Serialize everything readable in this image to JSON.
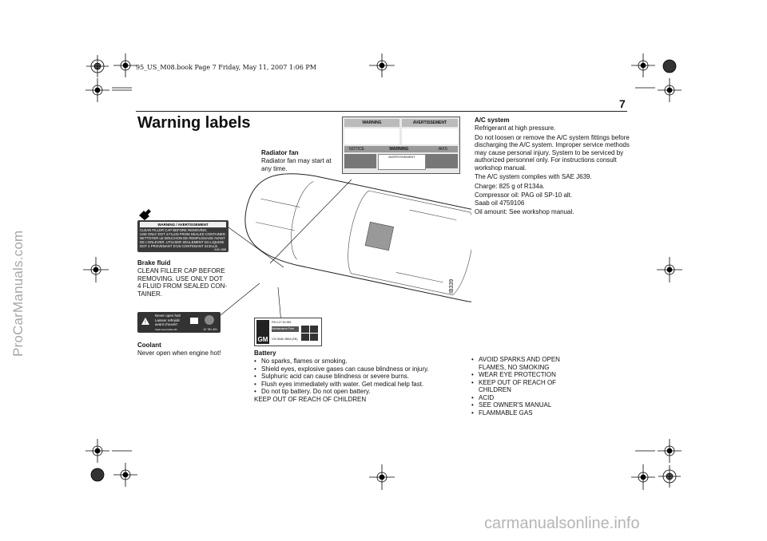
{
  "watermarks": {
    "side": "ProCarManuals.com",
    "bottom": "carmanualsonline.info"
  },
  "book_line": "95_US_M08.book  Page 7  Friday, May 11, 2007  1:06 PM",
  "page_number": "7",
  "title": "Warning labels",
  "radiator_fan": {
    "heading": "Radiator fan",
    "text": "Radiator fan may start at any time."
  },
  "brake_fluid": {
    "heading": "Brake fluid",
    "text": "CLEAN FILLER CAP BEFORE REMOVING. USE ONLY DOT 4 FLUID FROM SEALED CON-TAINER."
  },
  "coolant": {
    "heading": "Coolant",
    "text": "Never open when engine hot!"
  },
  "battery": {
    "heading": "Battery",
    "bullets": [
      "No sparks, flames or smoking.",
      "Shield eyes, explosive gases can cause blindness or injury.",
      "Sulphuric acid can cause blindness or severe burns.",
      "Flush eyes immediately with water. Get medical help fast.",
      "Do not tip battery. Do not open battery."
    ],
    "footer": "KEEP OUT OF REACH OF CHILDREN"
  },
  "ac_system": {
    "heading": "A/C system",
    "paragraphs": [
      "Refrigerant at high pressure.",
      "Do not loosen or remove the A/C system fittings before discharging the A/C system. Improper service methods may cause personal injury. System to be serviced by authorized personnel only. For instructions consult workshop manual.",
      "The A/C system complies with SAE J639.",
      "Charge: 825 g of R134a.",
      "Compressor oil: PAG oil SP-10 alt.\nSaab oil 4759106",
      "Oil amount: See workshop manual."
    ]
  },
  "battery_symbols": [
    "AVOID SPARKS AND OPEN FLAMES, NO SMOKING",
    "WEAR EYE PROTECTION",
    "KEEP OUT OF REACH OF CHILDREN",
    "ACID",
    "SEE OWNER'S MANUAL",
    "FLAMMABLE GAS"
  ],
  "figure_code": "IB339",
  "brake_label": {
    "title": "WARNING / AVERTISSEMENT",
    "line1": "CLEAN FILLER CAP BEFORE REMOVING.",
    "line2": "USE ONLY DOT 4 FLUID FROM SEALED CONTAINER.",
    "line3": "NETTOYER LE BOUCHON DE REMPLISSAGE AVANT",
    "line4": "DE L'ENLEVER. UTILISER SEULEMENT DU LIQUIDE",
    "line5": "DOT 4 PROVENANT D'UN CONTENANT SCELLE.",
    "code": "5151 888"
  },
  "coolant_label": {
    "l1": "Never open hot!",
    "l2": "Laisser refroidir",
    "l3": "avant d'ouvrir!",
    "maker": "Saab Automobile AB",
    "code": "12 781 401"
  },
  "battery_label": {
    "pn": "P/N 127 50 955",
    "type": "Maintenance Free",
    "rating": "12V 60Ah 380A (EN)",
    "brand": "GM"
  },
  "ac_label": {
    "warning": "WARNING",
    "avert": "AVERTISSEMENT",
    "notice": "NOTICE",
    "warning2": "WARNING",
    "avis": "AVIS",
    "avert2": "AVERTISSEMENT"
  }
}
